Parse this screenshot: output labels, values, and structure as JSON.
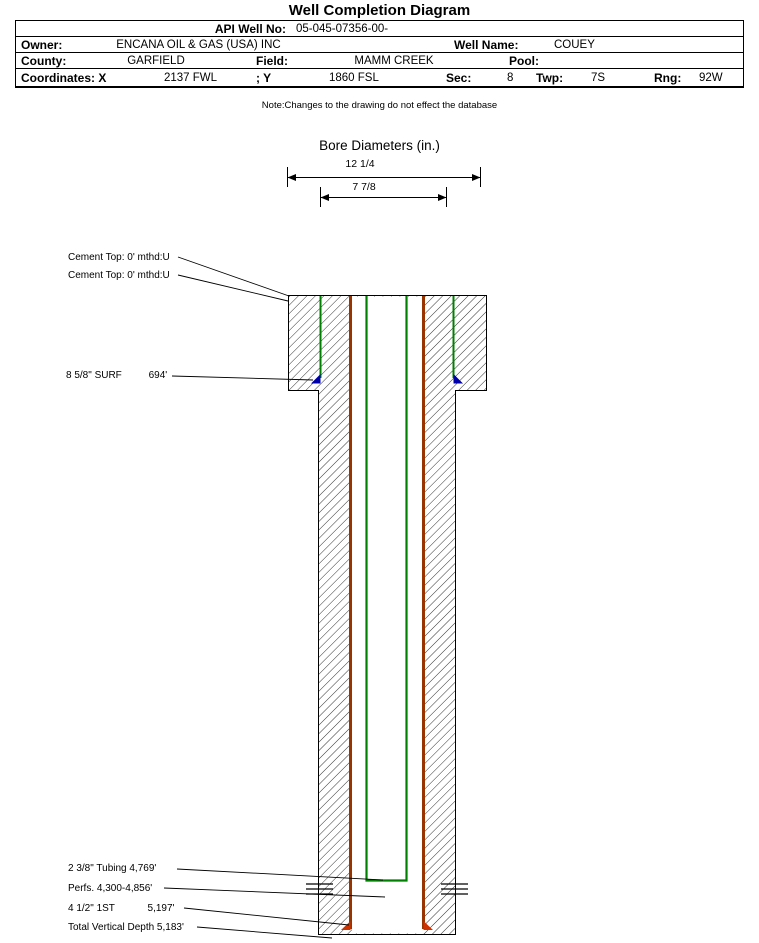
{
  "title": "Well Completion Diagram",
  "header": {
    "api": {
      "label": "API Well No:",
      "value": "05-045-07356-00-"
    },
    "owner": {
      "label": "Owner:",
      "value": "ENCANA OIL & GAS (USA) INC"
    },
    "well_name": {
      "label": "Well Name:",
      "value": "COUEY"
    },
    "county": {
      "label": "County:",
      "value": "GARFIELD"
    },
    "field": {
      "label": "Field:",
      "value": "MAMM CREEK"
    },
    "pool": {
      "label": "Pool:",
      "value": ""
    },
    "coordinates": {
      "label": "Coordinates: X",
      "x_value": "2137 FWL",
      "y_label": "; Y",
      "y_value": "1860 FSL"
    },
    "sec": {
      "label": "Sec:",
      "value": "8"
    },
    "twp": {
      "label": "Twp:",
      "value": "7S"
    },
    "rng": {
      "label": "Rng:",
      "value": "92W"
    }
  },
  "note": "Note:Changes to the drawing do not effect the database",
  "bore_diameters": {
    "title": "Bore Diameters (in.)",
    "outer": "12 1/4",
    "inner": "7 7/8"
  },
  "annotations": {
    "cement_top_surface": "Cement Top: 0' mthd:U",
    "cement_top_production": "Cement Top: 0' mthd:U",
    "surface_casing": "8 5/8\" SURF",
    "surface_casing_depth": "694'",
    "tubing": "2 3/8\" Tubing 4,769'",
    "perforations": "Perfs. 4,300-4,856'",
    "production_casing": "4 1/2\" 1ST",
    "production_casing_depth": "5,197'",
    "total_vertical_depth": "Total Vertical Depth 5,183'"
  },
  "colors": {
    "casing_green": "#008000",
    "casing_brown": "#993300",
    "shoe_blue": "#0000aa",
    "shoe_red": "#cc3300"
  }
}
